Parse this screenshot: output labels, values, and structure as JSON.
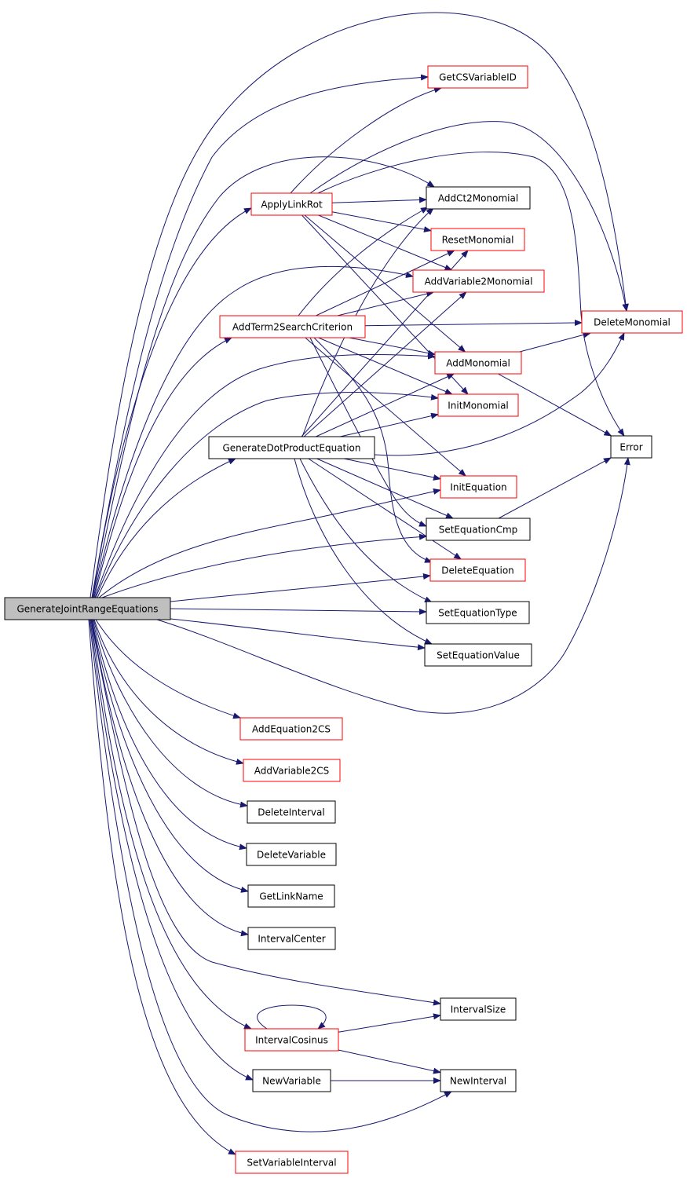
{
  "colors": {
    "root_fill": "#bfbfbf",
    "root_border": "#000000",
    "node_fill": "#ffffff",
    "node_border": "#000000",
    "truncated_border": "#ff0000",
    "edge": "#191970"
  },
  "nodes": [
    {
      "id": "GenerateJointRangeEquations",
      "label": "GenerateJointRangeEquations",
      "style": "root"
    },
    {
      "id": "GetCSVariableID",
      "label": "GetCSVariableID",
      "style": "truncated"
    },
    {
      "id": "ApplyLinkRot",
      "label": "ApplyLinkRot",
      "style": "truncated"
    },
    {
      "id": "AddCt2Monomial",
      "label": "AddCt2Monomial",
      "style": "normal"
    },
    {
      "id": "ResetMonomial",
      "label": "ResetMonomial",
      "style": "truncated"
    },
    {
      "id": "AddVariable2Monomial",
      "label": "AddVariable2Monomial",
      "style": "truncated"
    },
    {
      "id": "DeleteMonomial",
      "label": "DeleteMonomial",
      "style": "truncated"
    },
    {
      "id": "AddTerm2SearchCriterion",
      "label": "AddTerm2SearchCriterion",
      "style": "truncated"
    },
    {
      "id": "AddMonomial",
      "label": "AddMonomial",
      "style": "truncated"
    },
    {
      "id": "InitMonomial",
      "label": "InitMonomial",
      "style": "truncated"
    },
    {
      "id": "GenerateDotProductEquation",
      "label": "GenerateDotProductEquation",
      "style": "normal"
    },
    {
      "id": "Error",
      "label": "Error",
      "style": "normal"
    },
    {
      "id": "InitEquation",
      "label": "InitEquation",
      "style": "truncated"
    },
    {
      "id": "SetEquationCmp",
      "label": "SetEquationCmp",
      "style": "normal"
    },
    {
      "id": "DeleteEquation",
      "label": "DeleteEquation",
      "style": "truncated"
    },
    {
      "id": "SetEquationType",
      "label": "SetEquationType",
      "style": "normal"
    },
    {
      "id": "SetEquationValue",
      "label": "SetEquationValue",
      "style": "normal"
    },
    {
      "id": "AddEquation2CS",
      "label": "AddEquation2CS",
      "style": "truncated"
    },
    {
      "id": "AddVariable2CS",
      "label": "AddVariable2CS",
      "style": "truncated"
    },
    {
      "id": "DeleteInterval",
      "label": "DeleteInterval",
      "style": "normal"
    },
    {
      "id": "DeleteVariable",
      "label": "DeleteVariable",
      "style": "normal"
    },
    {
      "id": "GetLinkName",
      "label": "GetLinkName",
      "style": "normal"
    },
    {
      "id": "IntervalCenter",
      "label": "IntervalCenter",
      "style": "normal"
    },
    {
      "id": "IntervalSize",
      "label": "IntervalSize",
      "style": "normal"
    },
    {
      "id": "IntervalCosinus",
      "label": "IntervalCosinus",
      "style": "truncated"
    },
    {
      "id": "NewVariable",
      "label": "NewVariable",
      "style": "normal"
    },
    {
      "id": "NewInterval",
      "label": "NewInterval",
      "style": "normal"
    },
    {
      "id": "SetVariableInterval",
      "label": "SetVariableInterval",
      "style": "truncated"
    }
  ],
  "edges": [
    [
      "GenerateJointRangeEquations",
      "GetCSVariableID"
    ],
    [
      "GenerateJointRangeEquations",
      "DeleteMonomial"
    ],
    [
      "GenerateJointRangeEquations",
      "ApplyLinkRot"
    ],
    [
      "GenerateJointRangeEquations",
      "AddCt2Monomial"
    ],
    [
      "GenerateJointRangeEquations",
      "AddVariable2Monomial"
    ],
    [
      "GenerateJointRangeEquations",
      "AddTerm2SearchCriterion"
    ],
    [
      "GenerateJointRangeEquations",
      "AddMonomial"
    ],
    [
      "GenerateJointRangeEquations",
      "InitMonomial"
    ],
    [
      "GenerateJointRangeEquations",
      "GenerateDotProductEquation"
    ],
    [
      "GenerateJointRangeEquations",
      "InitEquation"
    ],
    [
      "GenerateJointRangeEquations",
      "SetEquationCmp"
    ],
    [
      "GenerateJointRangeEquations",
      "DeleteEquation"
    ],
    [
      "GenerateJointRangeEquations",
      "SetEquationType"
    ],
    [
      "GenerateJointRangeEquations",
      "SetEquationValue"
    ],
    [
      "GenerateJointRangeEquations",
      "Error"
    ],
    [
      "GenerateJointRangeEquations",
      "AddEquation2CS"
    ],
    [
      "GenerateJointRangeEquations",
      "AddVariable2CS"
    ],
    [
      "GenerateJointRangeEquations",
      "DeleteInterval"
    ],
    [
      "GenerateJointRangeEquations",
      "DeleteVariable"
    ],
    [
      "GenerateJointRangeEquations",
      "GetLinkName"
    ],
    [
      "GenerateJointRangeEquations",
      "IntervalCenter"
    ],
    [
      "GenerateJointRangeEquations",
      "IntervalSize"
    ],
    [
      "GenerateJointRangeEquations",
      "IntervalCosinus"
    ],
    [
      "GenerateJointRangeEquations",
      "NewVariable"
    ],
    [
      "GenerateJointRangeEquations",
      "NewInterval"
    ],
    [
      "GenerateJointRangeEquations",
      "SetVariableInterval"
    ],
    [
      "ApplyLinkRot",
      "GetCSVariableID"
    ],
    [
      "ApplyLinkRot",
      "DeleteMonomial"
    ],
    [
      "ApplyLinkRot",
      "Error"
    ],
    [
      "ApplyLinkRot",
      "AddCt2Monomial"
    ],
    [
      "ApplyLinkRot",
      "ResetMonomial"
    ],
    [
      "ApplyLinkRot",
      "AddVariable2Monomial"
    ],
    [
      "ApplyLinkRot",
      "AddMonomial"
    ],
    [
      "ApplyLinkRot",
      "InitMonomial"
    ],
    [
      "AddTerm2SearchCriterion",
      "AddCt2Monomial"
    ],
    [
      "AddTerm2SearchCriterion",
      "ResetMonomial"
    ],
    [
      "AddTerm2SearchCriterion",
      "AddVariable2Monomial"
    ],
    [
      "AddTerm2SearchCriterion",
      "DeleteMonomial"
    ],
    [
      "AddTerm2SearchCriterion",
      "AddMonomial"
    ],
    [
      "AddTerm2SearchCriterion",
      "InitMonomial"
    ],
    [
      "AddTerm2SearchCriterion",
      "InitEquation"
    ],
    [
      "AddTerm2SearchCriterion",
      "SetEquationCmp"
    ],
    [
      "AddTerm2SearchCriterion",
      "DeleteEquation"
    ],
    [
      "GenerateDotProductEquation",
      "AddCt2Monomial"
    ],
    [
      "GenerateDotProductEquation",
      "ResetMonomial"
    ],
    [
      "GenerateDotProductEquation",
      "AddVariable2Monomial"
    ],
    [
      "GenerateDotProductEquation",
      "AddMonomial"
    ],
    [
      "GenerateDotProductEquation",
      "InitMonomial"
    ],
    [
      "GenerateDotProductEquation",
      "DeleteMonomial"
    ],
    [
      "GenerateDotProductEquation",
      "InitEquation"
    ],
    [
      "GenerateDotProductEquation",
      "SetEquationCmp"
    ],
    [
      "GenerateDotProductEquation",
      "DeleteEquation"
    ],
    [
      "GenerateDotProductEquation",
      "SetEquationType"
    ],
    [
      "GenerateDotProductEquation",
      "SetEquationValue"
    ],
    [
      "AddMonomial",
      "DeleteMonomial"
    ],
    [
      "AddMonomial",
      "Error"
    ],
    [
      "SetEquationCmp",
      "Error"
    ],
    [
      "IntervalCosinus",
      "IntervalCosinus"
    ],
    [
      "IntervalCosinus",
      "IntervalSize"
    ],
    [
      "IntervalCosinus",
      "NewInterval"
    ],
    [
      "NewVariable",
      "NewInterval"
    ]
  ]
}
